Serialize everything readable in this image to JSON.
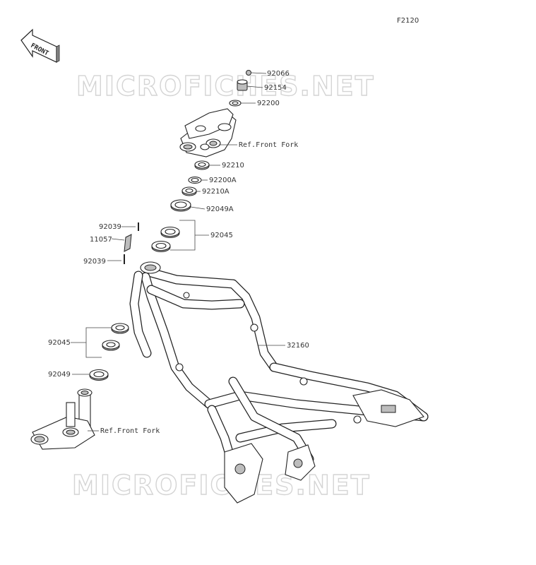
{
  "diagram": {
    "code": "F2120",
    "front_label": "FRONT",
    "watermark": "MICROFICHES.NET",
    "labels": {
      "p92066": "92066",
      "p92154": "92154",
      "p92200": "92200",
      "ref_front_fork_top": "Ref.Front Fork",
      "p92210": "92210",
      "p92200a": "92200A",
      "p92210a": "92210A",
      "p92049a": "92049A",
      "p92039_top": "92039",
      "p11057": "11057",
      "p92045_top": "92045",
      "p92039_bottom": "92039",
      "p92045_bottom": "92045",
      "p32160": "32160",
      "p92049": "92049",
      "ref_front_fork_bottom": "Ref.Front Fork"
    }
  }
}
